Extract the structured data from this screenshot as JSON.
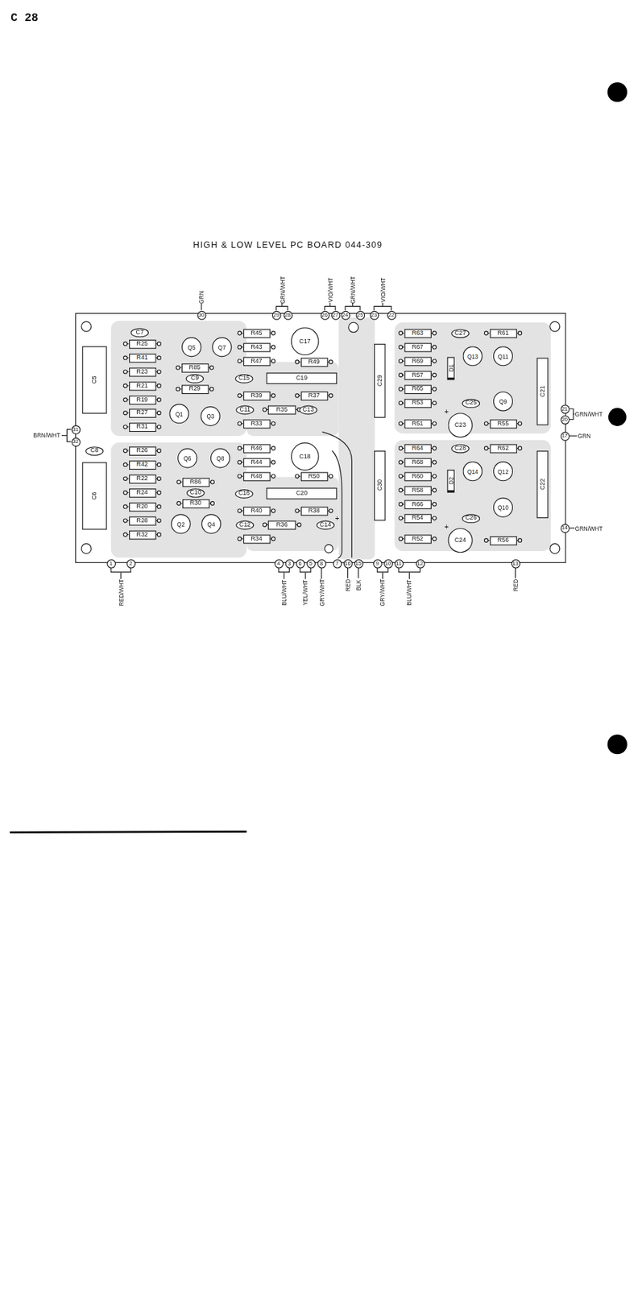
{
  "diagram": {
    "title": "HIGH & LOW LEVEL PC BOARD 044-309",
    "nodes": [
      {
        "text": [
          "30"
        ]
      },
      {
        "text": [
          "29"
        ]
      },
      {
        "text": [
          "28"
        ]
      },
      {
        "text": [
          "26"
        ]
      },
      {
        "text": [
          "27"
        ]
      },
      {
        "text": [
          "24"
        ]
      },
      {
        "text": [
          "25"
        ]
      },
      {
        "text": [
          "23"
        ]
      },
      {
        "text": [
          "22"
        ]
      },
      {
        "text": [
          "C7"
        ]
      },
      {
        "text": [
          "R25"
        ]
      },
      {
        "text": [
          "C5"
        ]
      },
      {
        "text": [
          "R41"
        ]
      },
      {
        "text": [
          "R23"
        ]
      },
      {
        "text": [
          "R21"
        ]
      },
      {
        "text": [
          "R19"
        ]
      },
      {
        "text": [
          "R27"
        ]
      },
      {
        "text": [
          "R31"
        ]
      },
      {
        "text": [
          "Q5"
        ]
      },
      {
        "text": [
          "Q7"
        ]
      },
      {
        "text": [
          "R85"
        ]
      },
      {
        "text": [
          "C9"
        ]
      },
      {
        "text": [
          "R29"
        ]
      },
      {
        "text": [
          "Q1"
        ]
      },
      {
        "text": [
          "Q3"
        ]
      },
      {
        "text": [
          "R45"
        ]
      },
      {
        "text": [
          "R43"
        ]
      },
      {
        "text": [
          "R47"
        ]
      },
      {
        "text": [
          "C15"
        ]
      },
      {
        "text": [
          "R39"
        ]
      },
      {
        "text": [
          "C11"
        ]
      },
      {
        "text": [
          "R35"
        ]
      },
      {
        "text": [
          "R33"
        ]
      },
      {
        "text": [
          "C17"
        ]
      },
      {
        "text": [
          "R49"
        ]
      },
      {
        "text": [
          "C19"
        ]
      },
      {
        "text": [
          "R37"
        ]
      },
      {
        "text": [
          "C13"
        ]
      },
      {
        "text": [
          "C29"
        ]
      },
      {
        "text": [
          "R63"
        ]
      },
      {
        "text": [
          "R67"
        ]
      },
      {
        "text": [
          "R69"
        ]
      },
      {
        "text": [
          "R57"
        ]
      },
      {
        "text": [
          "R65"
        ]
      },
      {
        "text": [
          "R53"
        ]
      },
      {
        "text": [
          "R51"
        ]
      },
      {
        "text": [
          "C27"
        ]
      },
      {
        "text": [
          "R61"
        ]
      },
      {
        "text": [
          "D1"
        ]
      },
      {
        "text": [
          "Q13"
        ]
      },
      {
        "text": [
          "Q11"
        ]
      },
      {
        "text": [
          "Q9"
        ]
      },
      {
        "text": [
          "C25"
        ]
      },
      {
        "text": [
          "C23"
        ]
      },
      {
        "text": [
          "R55"
        ]
      },
      {
        "text": [
          "C21"
        ]
      },
      {
        "text": [
          "21"
        ]
      },
      {
        "text": [
          "20"
        ]
      },
      {
        "text": [
          "17"
        ]
      },
      {
        "text": [
          "31"
        ]
      },
      {
        "text": [
          "32"
        ]
      },
      {
        "text": [
          "C8"
        ]
      },
      {
        "text": [
          "R26"
        ]
      },
      {
        "text": [
          "C6"
        ]
      },
      {
        "text": [
          "R42"
        ]
      },
      {
        "text": [
          "R22"
        ]
      },
      {
        "text": [
          "R24"
        ]
      },
      {
        "text": [
          "R20"
        ]
      },
      {
        "text": [
          "R28"
        ]
      },
      {
        "text": [
          "R32"
        ]
      },
      {
        "text": [
          "Q6"
        ]
      },
      {
        "text": [
          "Q8"
        ]
      },
      {
        "text": [
          "R86"
        ]
      },
      {
        "text": [
          "C10"
        ]
      },
      {
        "text": [
          "R30"
        ]
      },
      {
        "text": [
          "Q2"
        ]
      },
      {
        "text": [
          "Q4"
        ]
      },
      {
        "text": [
          "R46"
        ]
      },
      {
        "text": [
          "R44"
        ]
      },
      {
        "text": [
          "R48"
        ]
      },
      {
        "text": [
          "C16"
        ]
      },
      {
        "text": [
          "R40"
        ]
      },
      {
        "text": [
          "C12"
        ]
      },
      {
        "text": [
          "R36"
        ]
      },
      {
        "text": [
          "R34"
        ]
      },
      {
        "text": [
          "C18"
        ]
      },
      {
        "text": [
          "R50"
        ]
      },
      {
        "text": [
          "C20"
        ]
      },
      {
        "text": [
          "R38"
        ]
      },
      {
        "text": [
          "C14"
        ]
      },
      {
        "text": [
          "C30"
        ]
      },
      {
        "text": [
          "R64"
        ]
      },
      {
        "text": [
          "R68"
        ]
      },
      {
        "text": [
          "R60"
        ]
      },
      {
        "text": [
          "R58"
        ]
      },
      {
        "text": [
          "R66"
        ]
      },
      {
        "text": [
          "R54"
        ]
      },
      {
        "text": [
          "R52"
        ]
      },
      {
        "text": [
          "C28"
        ]
      },
      {
        "text": [
          "R62"
        ]
      },
      {
        "text": [
          "D2"
        ]
      },
      {
        "text": [
          "Q14"
        ]
      },
      {
        "text": [
          "Q12"
        ]
      },
      {
        "text": [
          "Q10"
        ]
      },
      {
        "text": [
          "C26"
        ]
      },
      {
        "text": [
          "C24"
        ]
      },
      {
        "text": [
          "R56"
        ]
      },
      {
        "text": [
          "C22"
        ]
      },
      {
        "text": [
          "14"
        ]
      },
      {
        "text": [
          "1"
        ]
      },
      {
        "text": [
          "2"
        ]
      },
      {
        "text": [
          "4"
        ]
      },
      {
        "text": [
          "3"
        ]
      },
      {
        "text": [
          "6"
        ]
      },
      {
        "text": [
          "5"
        ]
      },
      {
        "text": [
          "8"
        ]
      },
      {
        "text": [
          "7"
        ]
      },
      {
        "text": [
          "16"
        ]
      },
      {
        "text": [
          "15"
        ]
      },
      {
        "text": [
          "9"
        ]
      },
      {
        "text": [
          "10"
        ]
      },
      {
        "text": [
          "11"
        ]
      },
      {
        "text": [
          "12"
        ]
      },
      {
        "text": [
          "13"
        ]
      }
    ],
    "edges": [
      {
        "from": 1,
        "to": 2,
        "arrow": "none"
      },
      {
        "from": 3,
        "to": 4,
        "arrow": "none"
      },
      {
        "from": 5,
        "to": 6,
        "arrow": "none"
      },
      {
        "from": 7,
        "to": 8,
        "arrow": "none"
      },
      {
        "from": 56,
        "to": 57,
        "arrow": "none"
      },
      {
        "from": 59,
        "to": 60,
        "arrow": "none"
      },
      {
        "from": 109,
        "to": 110,
        "arrow": "none"
      },
      {
        "from": 111,
        "to": 112,
        "arrow": "none"
      },
      {
        "from": 113,
        "to": 114,
        "arrow": "none"
      },
      {
        "from": 119,
        "to": 120,
        "arrow": "none"
      },
      {
        "from": 121,
        "to": 122,
        "arrow": "none"
      }
    ],
    "labels": [
      "C 28",
      "GRN",
      "GRN/WHT",
      "VIO/WHT",
      "GRN/WHT",
      "VIO/WHT",
      "GRN/WHT",
      "GRN",
      "GRN/WHT",
      "BRN/WHT",
      "RED/WHT",
      "BLU/WHT",
      "YEL/WHT",
      "GRY/WHT",
      "RED",
      "BLK",
      "GRY/WHT",
      "BLU/WHT",
      "RED",
      "+",
      "+",
      "+"
    ]
  }
}
